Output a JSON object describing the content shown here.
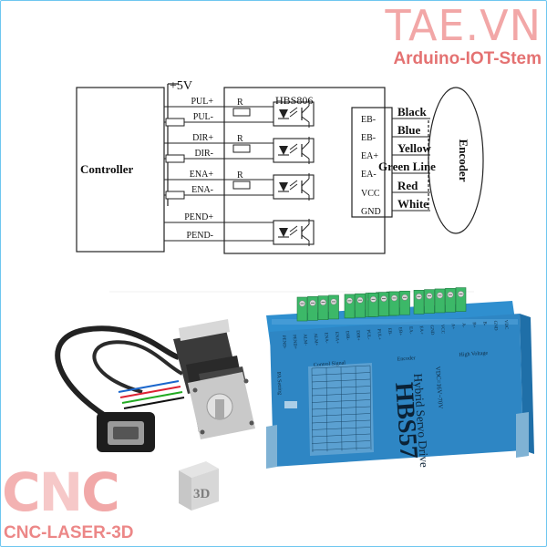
{
  "brand": {
    "name": "TAE.VN",
    "tagline": "Arduino-IOT-Stem"
  },
  "diagram": {
    "controller_label": "Controller",
    "supply_label": "+5V",
    "driver_label": "HBS806",
    "resistor_label": "R",
    "controller_pins": [
      "PUL+",
      "PUL-",
      "DIR+",
      "DIR-",
      "ENA+",
      "ENA-",
      "PEND+",
      "PEND-"
    ],
    "encoder_pins": [
      "EB-",
      "EB-",
      "EA+",
      "EA-",
      "VCC",
      "GND"
    ],
    "wire_colors": [
      "Black",
      "Blue",
      "Yellow",
      "Green Line",
      "Red",
      "White"
    ],
    "encoder_label": "Encoder"
  },
  "product": {
    "model": "HBS57",
    "subtitle": "Hybrid Servo Drive",
    "voltage": "VDC=16V~70V",
    "group_labels": [
      "Control Signal",
      "Encoder",
      "High Voltage"
    ],
    "setting_label": "PA Setting",
    "terminal_labels": [
      "PEND-",
      "PEND+",
      "ALM-",
      "ALM+",
      "ENA-",
      "ENA+",
      "DIR-",
      "DIR+",
      "PUL-",
      "PUL+",
      "EB-",
      "EB+",
      "EA-",
      "EA+",
      "GND",
      "VCC",
      "A+",
      "A-",
      "B+",
      "B-",
      "GND",
      "VDC"
    ]
  },
  "watermark": {
    "letters": [
      "C",
      "N",
      "C"
    ],
    "badge": "3D",
    "sub": "CNC-LASER-3D"
  }
}
